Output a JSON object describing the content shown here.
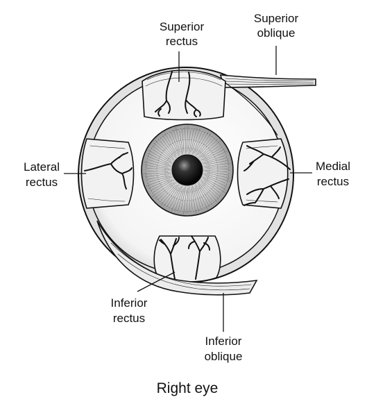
{
  "labels": {
    "superior_rectus": [
      "Superior",
      "rectus"
    ],
    "superior_oblique": [
      "Superior",
      "oblique"
    ],
    "lateral_rectus": [
      "Lateral",
      "rectus"
    ],
    "medial_rectus": [
      "Medial",
      "rectus"
    ],
    "inferior_rectus": [
      "Inferior",
      "rectus"
    ],
    "inferior_oblique": [
      "Inferior",
      "oblique"
    ]
  },
  "caption": "Right eye"
}
